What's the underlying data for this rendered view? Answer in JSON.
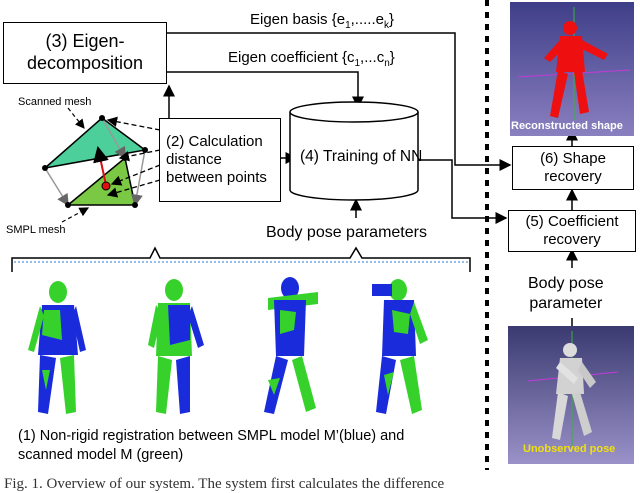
{
  "boxes": {
    "eigen": "(3) Eigen-\ndecomposition",
    "calc": "(2) Calculation\ndistance\nbetween points",
    "nn": "(4) Training of NN",
    "shape": "(6) Shape\nrecovery",
    "coef": "(5) Coefficient\nrecovery"
  },
  "arrows": {
    "eigen_basis": "Eigen basis {e",
    "eigen_basis_sub1": "1",
    "eigen_basis_mid": ",.....e",
    "eigen_basis_subk": "k",
    "eigen_basis_end": "}",
    "eigen_coef": "Eigen coefficient {c",
    "eigen_coef_sub1": "1",
    "eigen_coef_mid": ",...c",
    "eigen_coef_subn": "n",
    "eigen_coef_end": "}",
    "body_pose": "Body pose parameters",
    "body_pose_param": "Body pose\nparameter"
  },
  "mesh_labels": {
    "scanned": "Scanned mesh",
    "smpl": "SMPL mesh"
  },
  "images": {
    "reconstructed": "Reconstructed shape",
    "unobserved": "Unobserved pose"
  },
  "registration_caption_line1": "(1) Non-rigid registration between SMPL model M’(blue) and",
  "registration_caption_line2": "scanned model M (green)",
  "figure_caption": "Fig. 1.   Overview of our system. The system first calculates the difference",
  "colors": {
    "green_mesh": "#4ccf9a",
    "smpl_mesh": "#7ac843",
    "body_blue": "#1a2bdc",
    "body_green": "#37d12c",
    "recon_red": "#ee1010",
    "recon_bg_top": "#6060a0",
    "unobs_gray": "#d8d8d8",
    "unobs_label": "#f0e010",
    "bracket_blue": "#2b7fd6"
  }
}
